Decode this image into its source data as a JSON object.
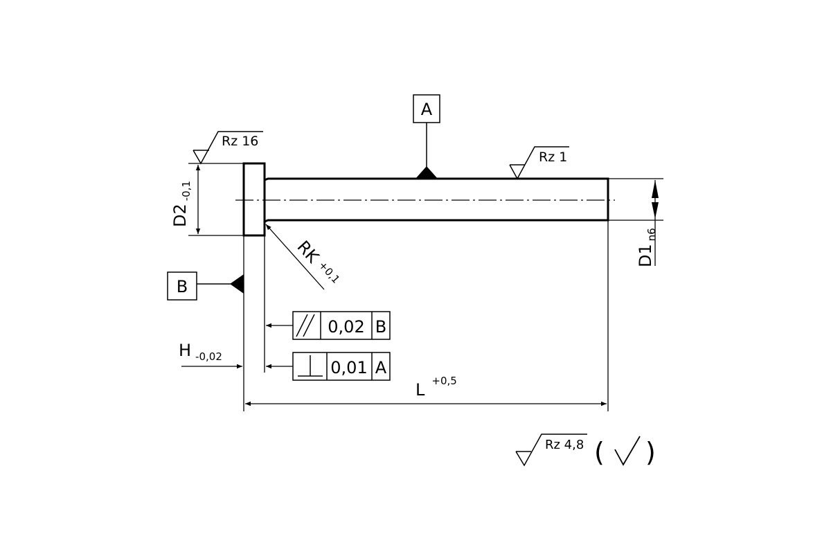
{
  "datums": {
    "a": "A",
    "b": "B"
  },
  "roughness": {
    "head_face": "Rz 16",
    "shaft": "Rz 1",
    "general": "Rz 4,8",
    "general_bracket_open": "(",
    "general_bracket_close": ")"
  },
  "dimensions": {
    "d2": {
      "name": "D2",
      "tol": "-0,1"
    },
    "d1": {
      "name": "D1",
      "tol": "n6"
    },
    "rk": {
      "name": "RK",
      "tol": "+0,1"
    },
    "h": {
      "name": "H",
      "tol": "-0,02"
    },
    "l": {
      "name": "L",
      "tol": "+0,5"
    }
  },
  "tolerance_frames": [
    {
      "symbol": "parallelism",
      "value": "0,02",
      "datum": "B"
    },
    {
      "symbol": "perpendicularity",
      "value": "0,01",
      "datum": "A"
    }
  ]
}
